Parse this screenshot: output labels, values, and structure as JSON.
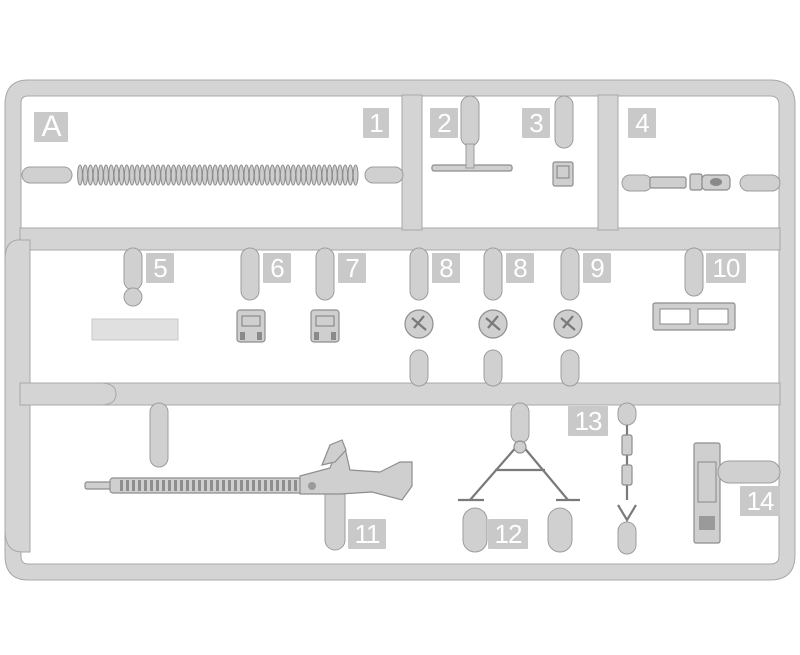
{
  "sprue": {
    "letter": "A",
    "colors": {
      "plastic": "#d3d3d3",
      "edge": "#9a9a9a",
      "label_bg": "#c9c9c9",
      "label_text": "#ffffff"
    }
  },
  "part_numbers": {
    "p1": "1",
    "p2": "2",
    "p3": "3",
    "p4": "4",
    "p5": "5",
    "p6": "6",
    "p7": "7",
    "p8a": "8",
    "p8b": "8",
    "p9": "9",
    "p10": "10",
    "p11": "11",
    "p12": "12",
    "p13": "13",
    "p14": "14"
  }
}
